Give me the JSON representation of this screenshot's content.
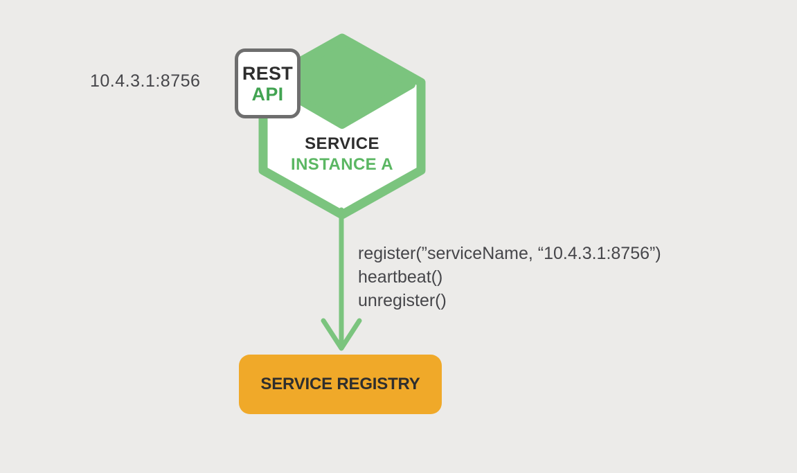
{
  "colors": {
    "background": "#ECEBE9",
    "green": "#7BC47E",
    "green-api-text": "#41A351",
    "green-instance-text": "#5BB763",
    "dark-text": "#2E2E2E",
    "gray-text": "#46464A",
    "rest-border": "#6E6E6E",
    "orange": "#F0A929"
  },
  "diagram": {
    "ip_label": "10.4.3.1:8756",
    "rest_box": {
      "line1": "REST",
      "line2": "API"
    },
    "service_instance": {
      "line1": "SERVICE",
      "line2": "INSTANCE A"
    },
    "calls": [
      "register(”serviceName, “10.4.3.1:8756”)",
      "heartbeat()",
      "unregister()"
    ],
    "registry_label": "SERVICE REGISTRY"
  }
}
